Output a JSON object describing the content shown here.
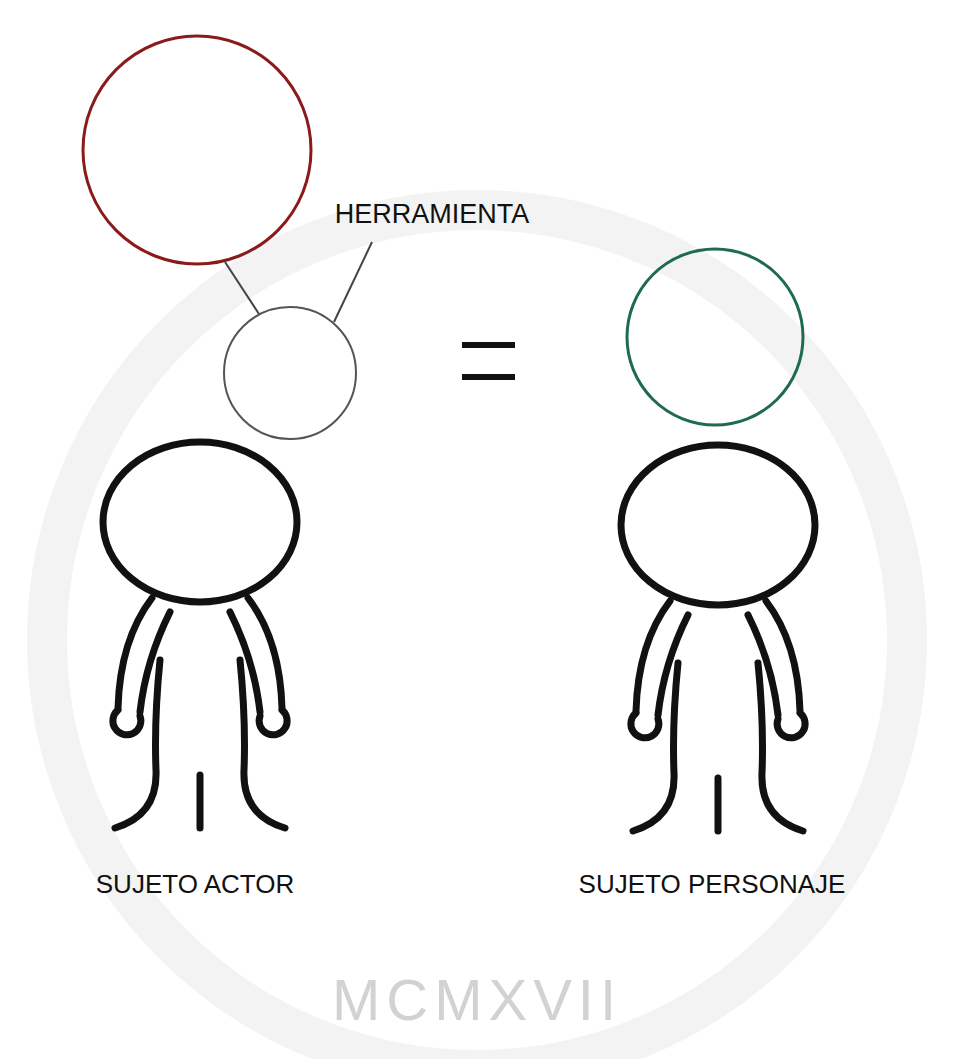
{
  "diagram": {
    "labels": [
      "HERRAMIENTA",
      "SUJETO ACTOR",
      "SUJETO PERSONAJE",
      "MCMXVII"
    ]
  }
}
